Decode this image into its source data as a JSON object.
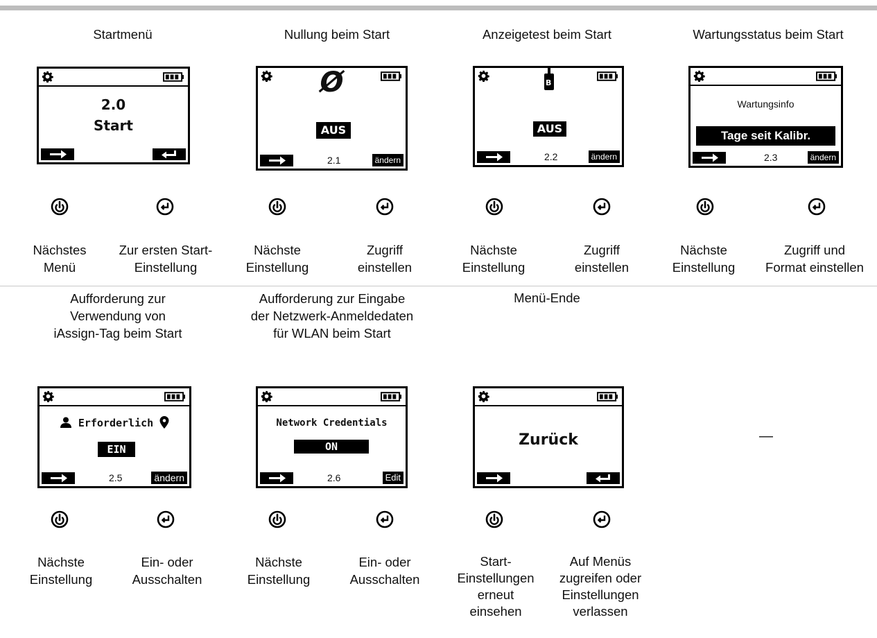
{
  "row1": [
    {
      "title": "Startmenü",
      "screen": {
        "line1": "2.0",
        "line2": "Start"
      },
      "left_label": "Nächstes\nMenü",
      "right_label": "Zur ersten Start-\nEinstellung"
    },
    {
      "title": "Nullung beim Start",
      "screen": {
        "symbol": "Ø",
        "value": "AUS",
        "page": "2.1",
        "action": "ändern"
      },
      "left_label": "Nächste\nEinstellung",
      "right_label": "Zugriff\neinstellen"
    },
    {
      "title": "Anzeigetest beim Start",
      "screen": {
        "symbol": "B",
        "value": "AUS",
        "page": "2.2",
        "action": "ändern"
      },
      "left_label": "Nächste\nEinstellung",
      "right_label": "Zugriff\neinstellen"
    },
    {
      "title": "Wartungsstatus beim Start",
      "screen": {
        "heading": "Wartungsinfo",
        "value": "Tage seit Kalibr.",
        "page": "2.3",
        "action": "ändern"
      },
      "left_label": "Nächste\nEinstellung",
      "right_label": "Zugriff und\nFormat einstellen"
    }
  ],
  "row2": [
    {
      "title": "Aufforderung zur\nVerwendung von\niAssign-Tag beim Start",
      "screen": {
        "heading": "Erforderlich",
        "value": "EIN",
        "page": "2.5",
        "action": "ändern"
      },
      "left_label": "Nächste\nEinstellung",
      "right_label": "Ein- oder\nAusschalten"
    },
    {
      "title": "Aufforderung zur Eingabe\nder Netzwerk-Anmeldedaten\nfür WLAN beim Start",
      "screen": {
        "heading": "Network Credentials",
        "value": "ON",
        "page": "2.6",
        "action": "Edit"
      },
      "left_label": "Nächste\nEinstellung",
      "right_label": "Ein- oder\nAusschalten"
    },
    {
      "title": "Menü-Ende",
      "screen": {
        "line1": "Zurück"
      },
      "left_label": "Start-\nEinstellungen\nerneut\neinsehen",
      "right_label": "Auf Menüs\nzugreifen oder\nEinstellungen\nverlassen"
    }
  ],
  "empty_cell": "—",
  "icons": {
    "power": "power-button-icon",
    "enter": "enter-button-icon",
    "gear": "gear-icon",
    "battery": "battery-icon"
  }
}
